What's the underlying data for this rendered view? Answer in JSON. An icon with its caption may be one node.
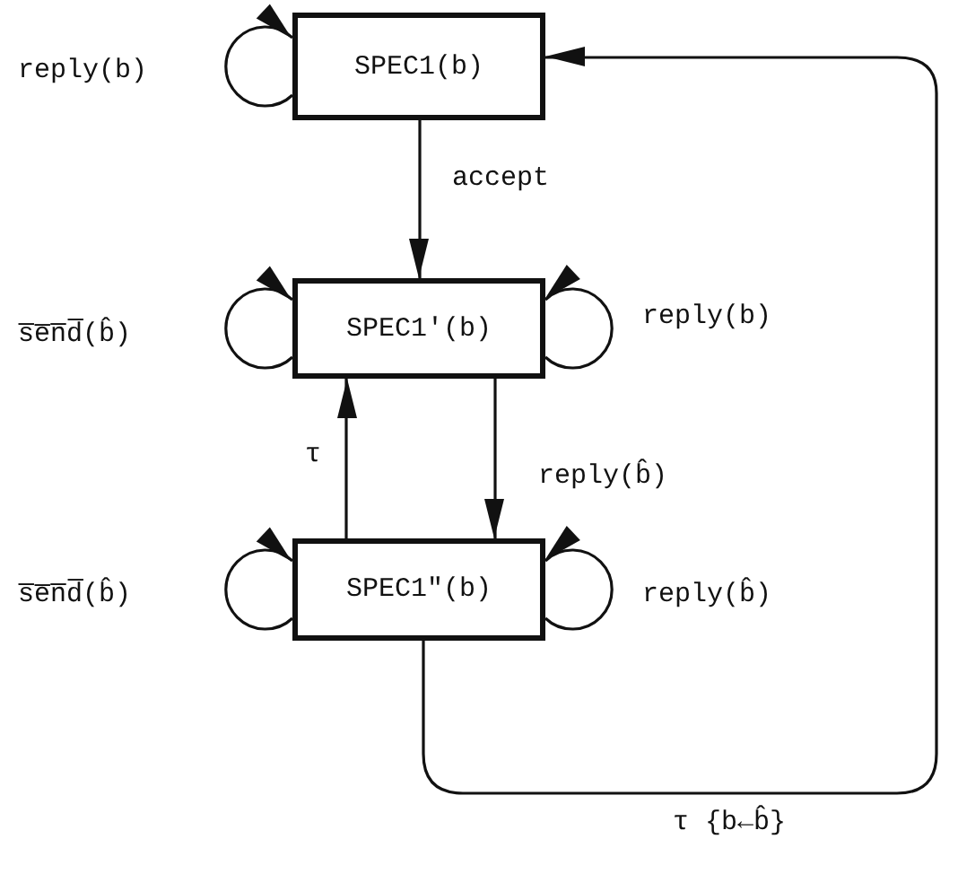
{
  "diagram": {
    "nodes": [
      {
        "text": [
          "SPEC1(b)"
        ]
      },
      {
        "text": [
          "SPEC1'(b)"
        ]
      },
      {
        "text": [
          "SPEC1\"(b)"
        ]
      }
    ],
    "edges": [
      {
        "from": 0,
        "to": 0,
        "arrow": "to",
        "label": "reply(b)"
      },
      {
        "from": 0,
        "to": 1,
        "arrow": "to",
        "label": "accept"
      },
      {
        "from": 1,
        "to": 1,
        "arrow": "to",
        "label": "s̅e̅n̅d̅(b̂)"
      },
      {
        "from": 1,
        "to": 1,
        "arrow": "to",
        "label": "reply(b)"
      },
      {
        "from": 1,
        "to": 2,
        "arrow": "to",
        "label": "reply(b̂)"
      },
      {
        "from": 2,
        "to": 1,
        "arrow": "to",
        "label": "τ"
      },
      {
        "from": 2,
        "to": 2,
        "arrow": "to",
        "label": "s̅e̅n̅d̅(b̂)"
      },
      {
        "from": 2,
        "to": 2,
        "arrow": "to",
        "label": "reply(b̂)"
      },
      {
        "from": 2,
        "to": 0,
        "arrow": "to",
        "label": "τ {b←b̂}"
      }
    ]
  }
}
